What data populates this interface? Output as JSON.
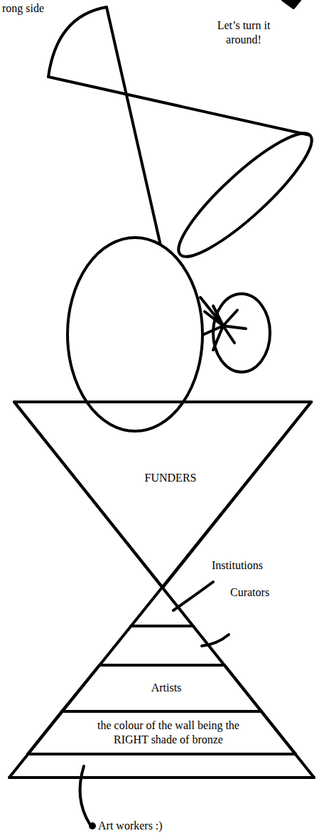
{
  "diagram": {
    "nodes": [
      {
        "text": [
          "FUNDERS"
        ]
      },
      {
        "text": [
          "Artists"
        ]
      },
      {
        "text": [
          "the colour of the wall being the RIGHT shade of bronze"
        ]
      }
    ],
    "labels": [
      "rong side",
      "Let’s turn it around!",
      "Institutions",
      "Curators",
      "Art workers :)"
    ]
  }
}
